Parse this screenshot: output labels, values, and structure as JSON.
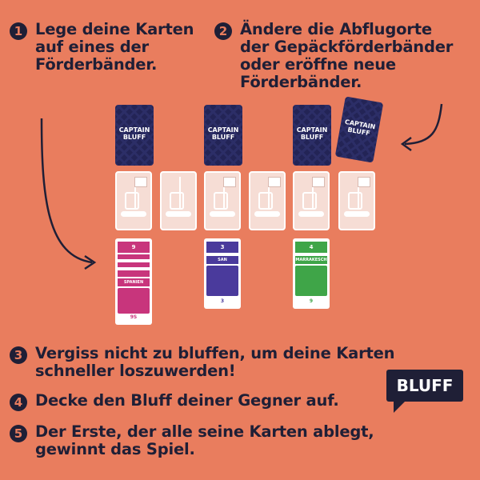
{
  "steps": [
    {
      "num": "1",
      "text": "Lege deine Karten\nauf eines der\nFörderbänder."
    },
    {
      "num": "2",
      "text": "Ändere die Abflugorte\nder Gepäckförderbänder\noder eröffne neue\nFörderbänder."
    },
    {
      "num": "3",
      "text": "Vergiss nicht zu bluffen, um deine Karten\nschneller loszuwerden!"
    },
    {
      "num": "4",
      "text": "Decke den Bluff deiner Gegner auf."
    },
    {
      "num": "5",
      "text": "Der Erste, der alle seine Karten ablegt,\ngewinnt das Spiel."
    }
  ],
  "bubble": {
    "text": "BLUFF"
  },
  "card_back": {
    "logo": "CAPTAIN\nBLUFF"
  },
  "colors": {
    "background": "#E97D5E",
    "dark": "#1f1f36",
    "card_back": "#232456",
    "pink": "#C8357C",
    "purple": "#4A3A9C",
    "green": "#3FA548"
  },
  "face_cards": [
    {
      "color": "pink",
      "number": "9",
      "label": "SPANIEN",
      "foot": "9S"
    },
    {
      "color": "purple",
      "number": "3",
      "label": "SAN FRANCISCO",
      "foot": "3"
    },
    {
      "color": "green",
      "number": "4",
      "label": "MARRAKESCH",
      "foot": "9"
    }
  ]
}
